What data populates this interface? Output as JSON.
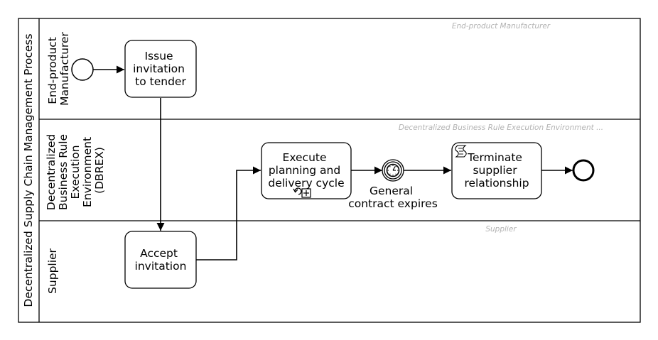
{
  "pool": {
    "label": "Decentralized Supply Chain Management Process"
  },
  "lanes": [
    {
      "id": "manufacturer",
      "label_lines": [
        "End-product",
        "Manufacturer"
      ],
      "watermark": "End-product Manufacturer"
    },
    {
      "id": "dbrex",
      "label_lines": [
        "Decentralized",
        "Business Rule",
        "Execution",
        "Environment",
        "(DBREX)"
      ],
      "watermark": "Decentralized Business Rule Execution Environment ..."
    },
    {
      "id": "supplier",
      "label_lines": [
        "Supplier"
      ],
      "watermark": "Supplier"
    }
  ],
  "tasks": [
    {
      "id": "issue",
      "label_lines": [
        "Issue",
        "invitation",
        "to tender"
      ]
    },
    {
      "id": "accept",
      "label_lines": [
        "Accept",
        "invitation"
      ]
    },
    {
      "id": "execute",
      "label_lines": [
        "Execute",
        "planning and",
        "delivery cycle"
      ],
      "markers": [
        "loop-icon",
        "subprocess-plus-icon"
      ]
    },
    {
      "id": "terminate",
      "label_lines": [
        "Terminate",
        "supplier",
        "relationship"
      ],
      "markers": [
        "script-icon"
      ]
    }
  ],
  "events": [
    {
      "id": "start",
      "type": "start"
    },
    {
      "id": "timer",
      "type": "intermediate-timer",
      "label_lines": [
        "General",
        "contract expires"
      ]
    },
    {
      "id": "end",
      "type": "end"
    }
  ],
  "colors": {
    "stroke": "#000000",
    "watermark": "#b3b3b3",
    "background": "#ffffff"
  }
}
